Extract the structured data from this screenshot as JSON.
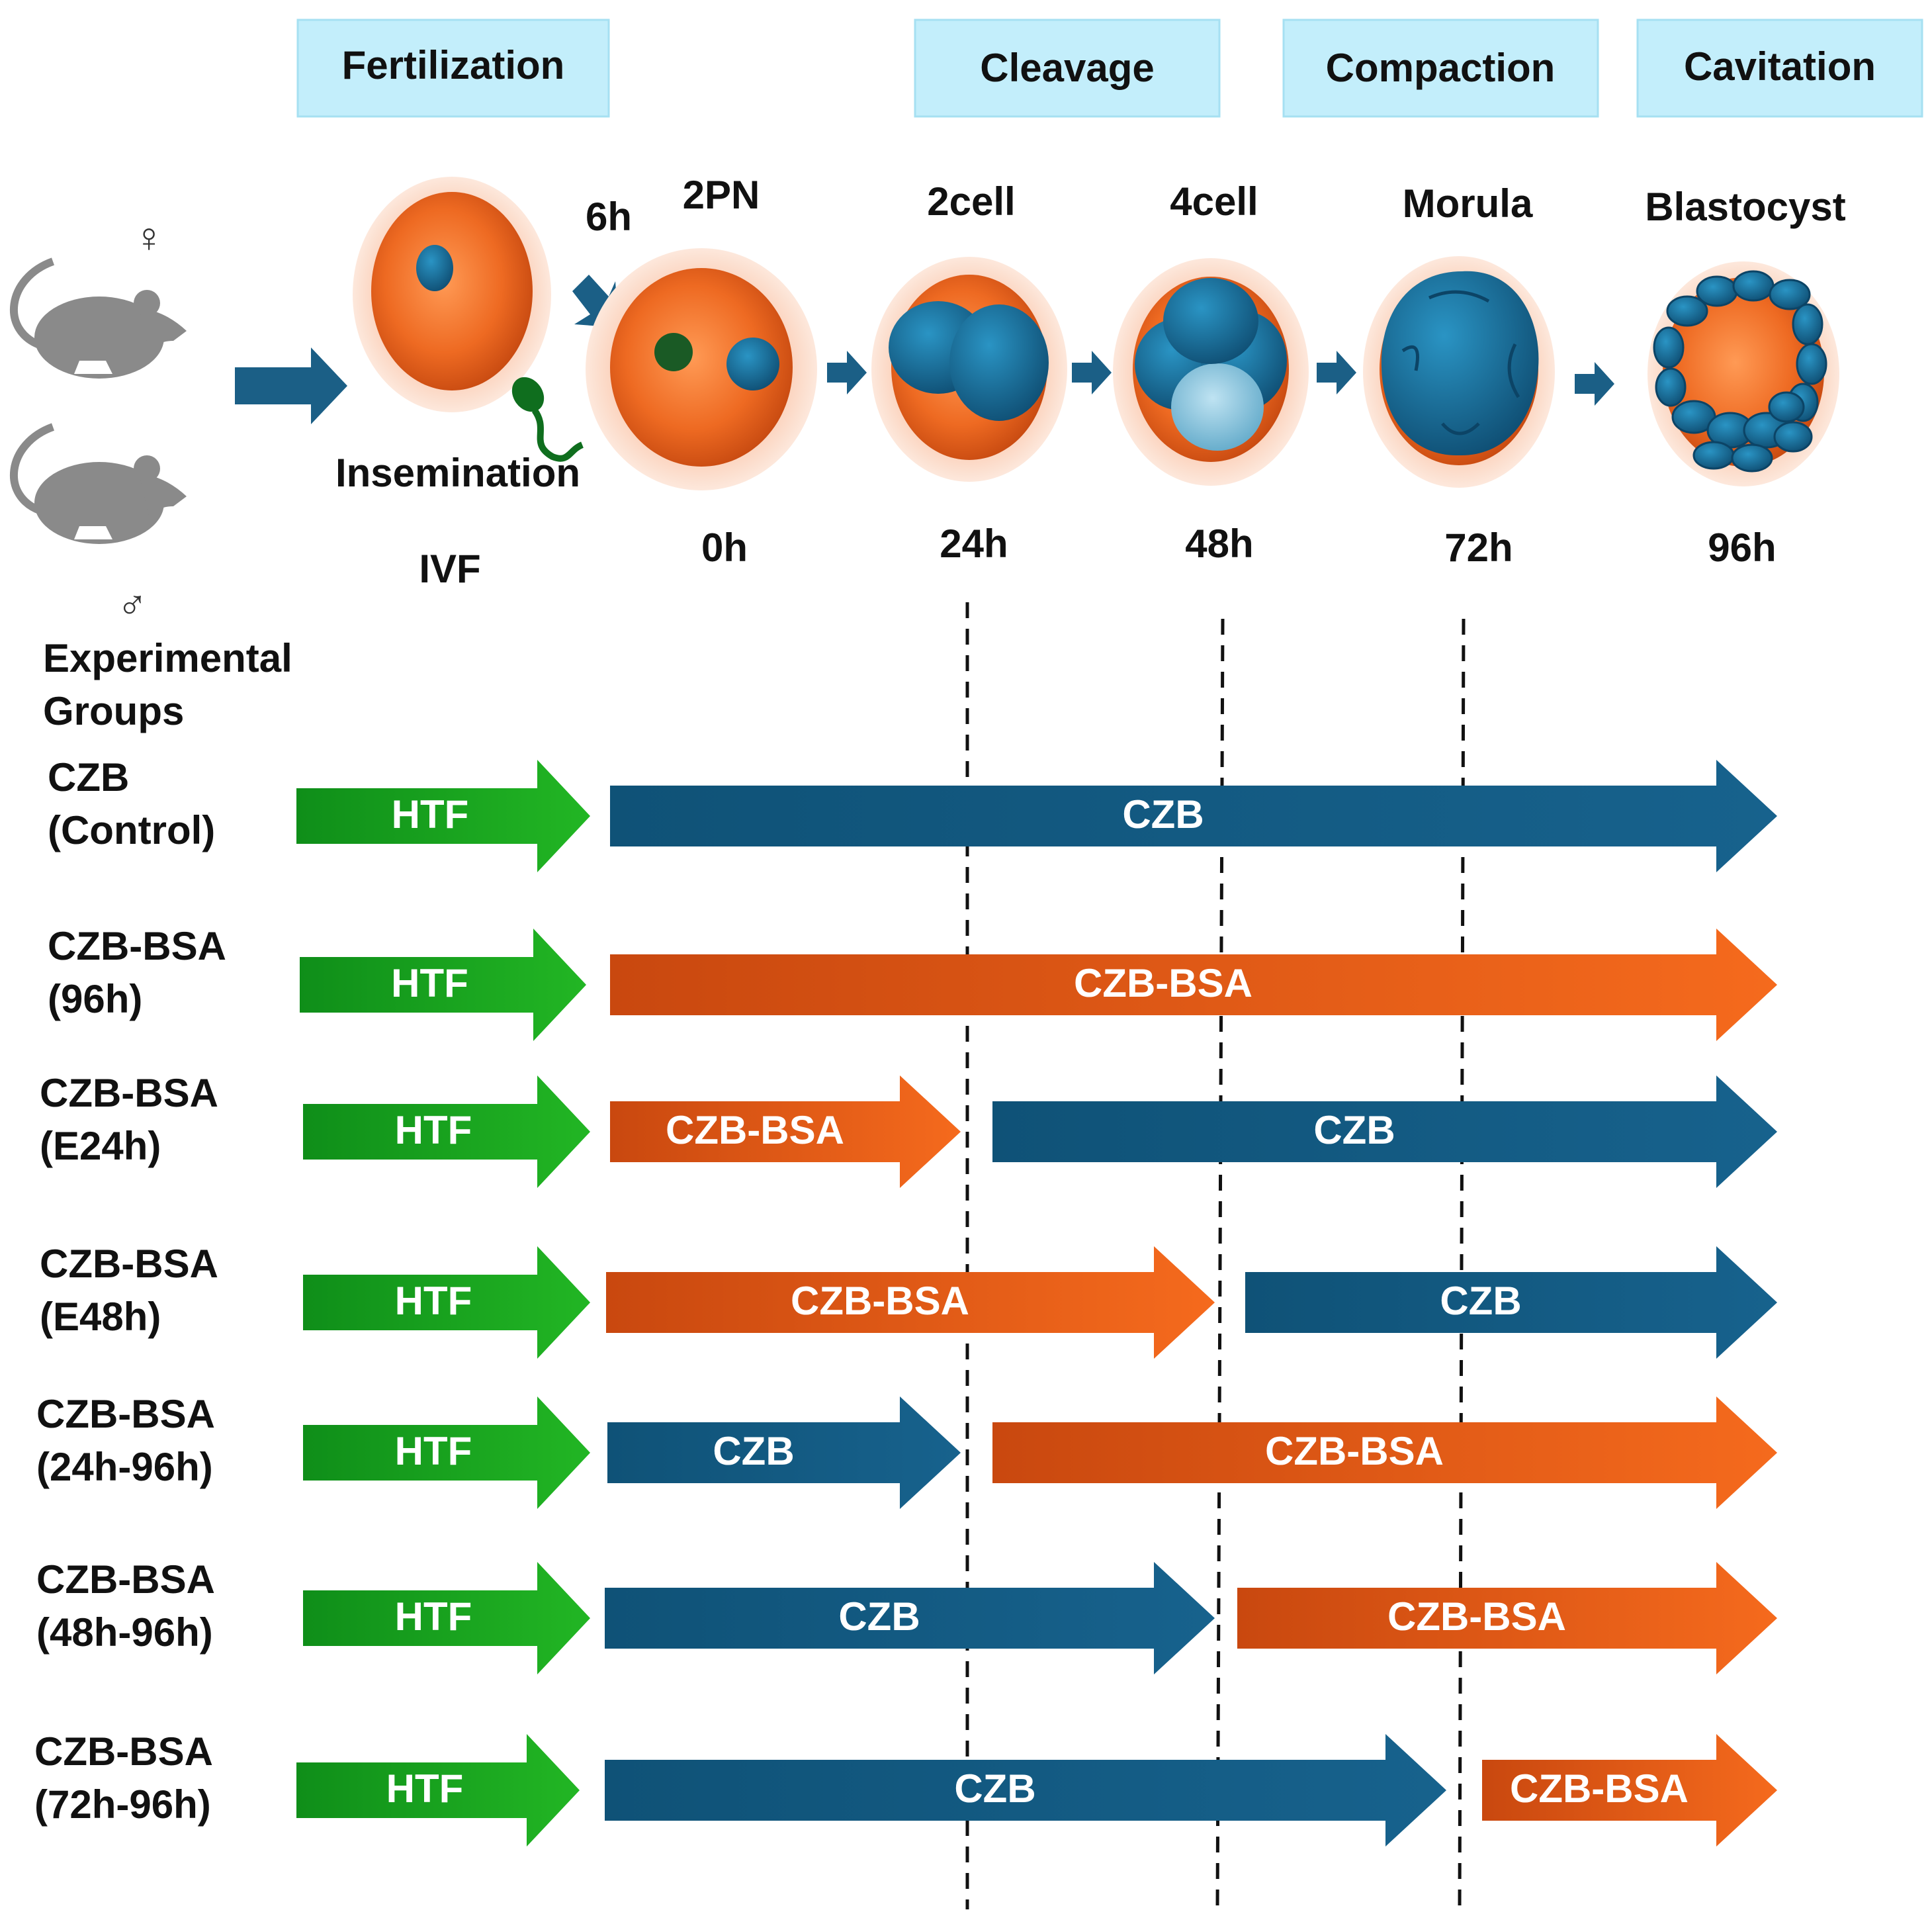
{
  "stages": [
    "Fertilization",
    "Cleavage",
    "Compaction",
    "Cavitation"
  ],
  "embryo_stages": [
    "2PN",
    "2cell",
    "4cell",
    "Morula",
    "Blastocyst"
  ],
  "times": [
    "0h",
    "24h",
    "48h",
    "72h",
    "96h"
  ],
  "labels": {
    "insemination": "Insemination",
    "ivf": "IVF",
    "six_h": "6h",
    "female_symbol": "♀",
    "male_symbol": "♂",
    "groups_title_line1": "Experimental",
    "groups_title_line2": "Groups"
  },
  "groups": [
    {
      "line1": "CZB",
      "line2": "(Control)",
      "segments": [
        {
          "medium": "HTF"
        },
        {
          "medium": "CZB"
        }
      ]
    },
    {
      "line1": "CZB-BSA",
      "line2": "(96h)",
      "segments": [
        {
          "medium": "HTF"
        },
        {
          "medium": "CZB-BSA"
        }
      ]
    },
    {
      "line1": "CZB-BSA",
      "line2": "(E24h)",
      "segments": [
        {
          "medium": "HTF"
        },
        {
          "medium": "CZB-BSA"
        },
        {
          "medium": "CZB"
        }
      ]
    },
    {
      "line1": "CZB-BSA",
      "line2": "(E48h)",
      "segments": [
        {
          "medium": "HTF"
        },
        {
          "medium": "CZB-BSA"
        },
        {
          "medium": "CZB"
        }
      ]
    },
    {
      "line1": "CZB-BSA",
      "line2": "(24h-96h)",
      "segments": [
        {
          "medium": "HTF"
        },
        {
          "medium": "CZB"
        },
        {
          "medium": "CZB-BSA"
        }
      ]
    },
    {
      "line1": "CZB-BSA",
      "line2": "(48h-96h)",
      "segments": [
        {
          "medium": "HTF"
        },
        {
          "medium": "CZB"
        },
        {
          "medium": "CZB-BSA"
        }
      ]
    },
    {
      "line1": "CZB-BSA",
      "line2": "(72h-96h)",
      "segments": [
        {
          "medium": "HTF"
        },
        {
          "medium": "CZB"
        },
        {
          "medium": "CZB-BSA"
        }
      ]
    }
  ],
  "colors": {
    "HTF": "#19a51b",
    "CZB": "#135a82",
    "CZB-BSA": "#f0641a",
    "embryo_orange": "#ef6a22",
    "embryo_halo": "#fbd2bc",
    "cell_blue": "#156c92",
    "cell_light": "#2790bd",
    "stage_box": "#c3eefb",
    "mouse_gray": "#8a8a8a"
  },
  "icons": [
    "mouse-female-icon",
    "mouse-male-icon",
    "sperm-icon"
  ]
}
